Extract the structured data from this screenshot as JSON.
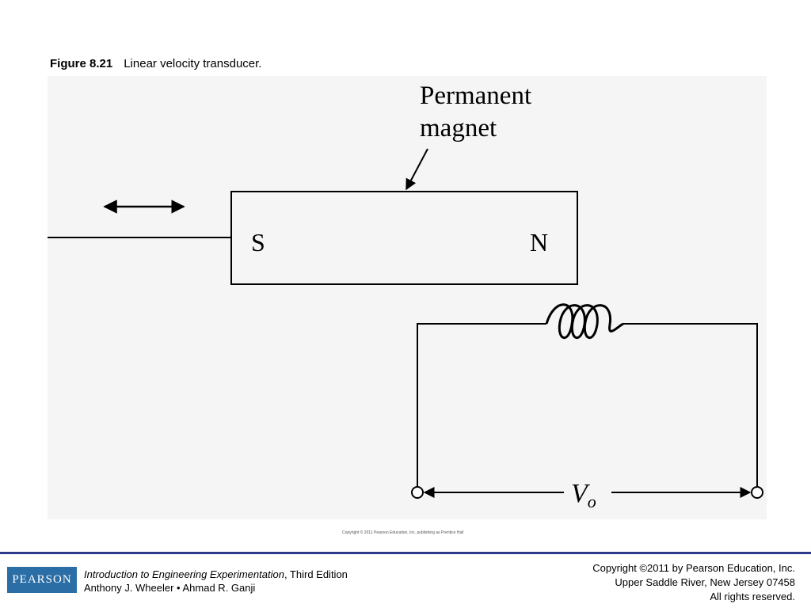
{
  "caption": {
    "figure_number": "Figure 8.21",
    "title": "Linear velocity transducer."
  },
  "diagram": {
    "magnet_label_line1": "Permanent",
    "magnet_label_line2": "magnet",
    "pole_south": "S",
    "pole_north": "N",
    "output_voltage": "V",
    "output_voltage_subscript": "o",
    "copyright_small": "Copyright © 2011 Pearson Education, Inc. publishing as Prentice Hall"
  },
  "footer": {
    "logo_text": "PEARSON",
    "book_title": "Introduction to Engineering Experimentation",
    "edition": ", Third Edition",
    "authors": "Anthony J. Wheeler • Ahmad R. Ganji",
    "copyright": "Copyright ©2011 by Pearson Education, Inc.",
    "address": "Upper Saddle River, New Jersey 07458",
    "rights": "All rights reserved.",
    "accent_color": "#2d3a8c",
    "logo_color": "#2b6ea6"
  }
}
